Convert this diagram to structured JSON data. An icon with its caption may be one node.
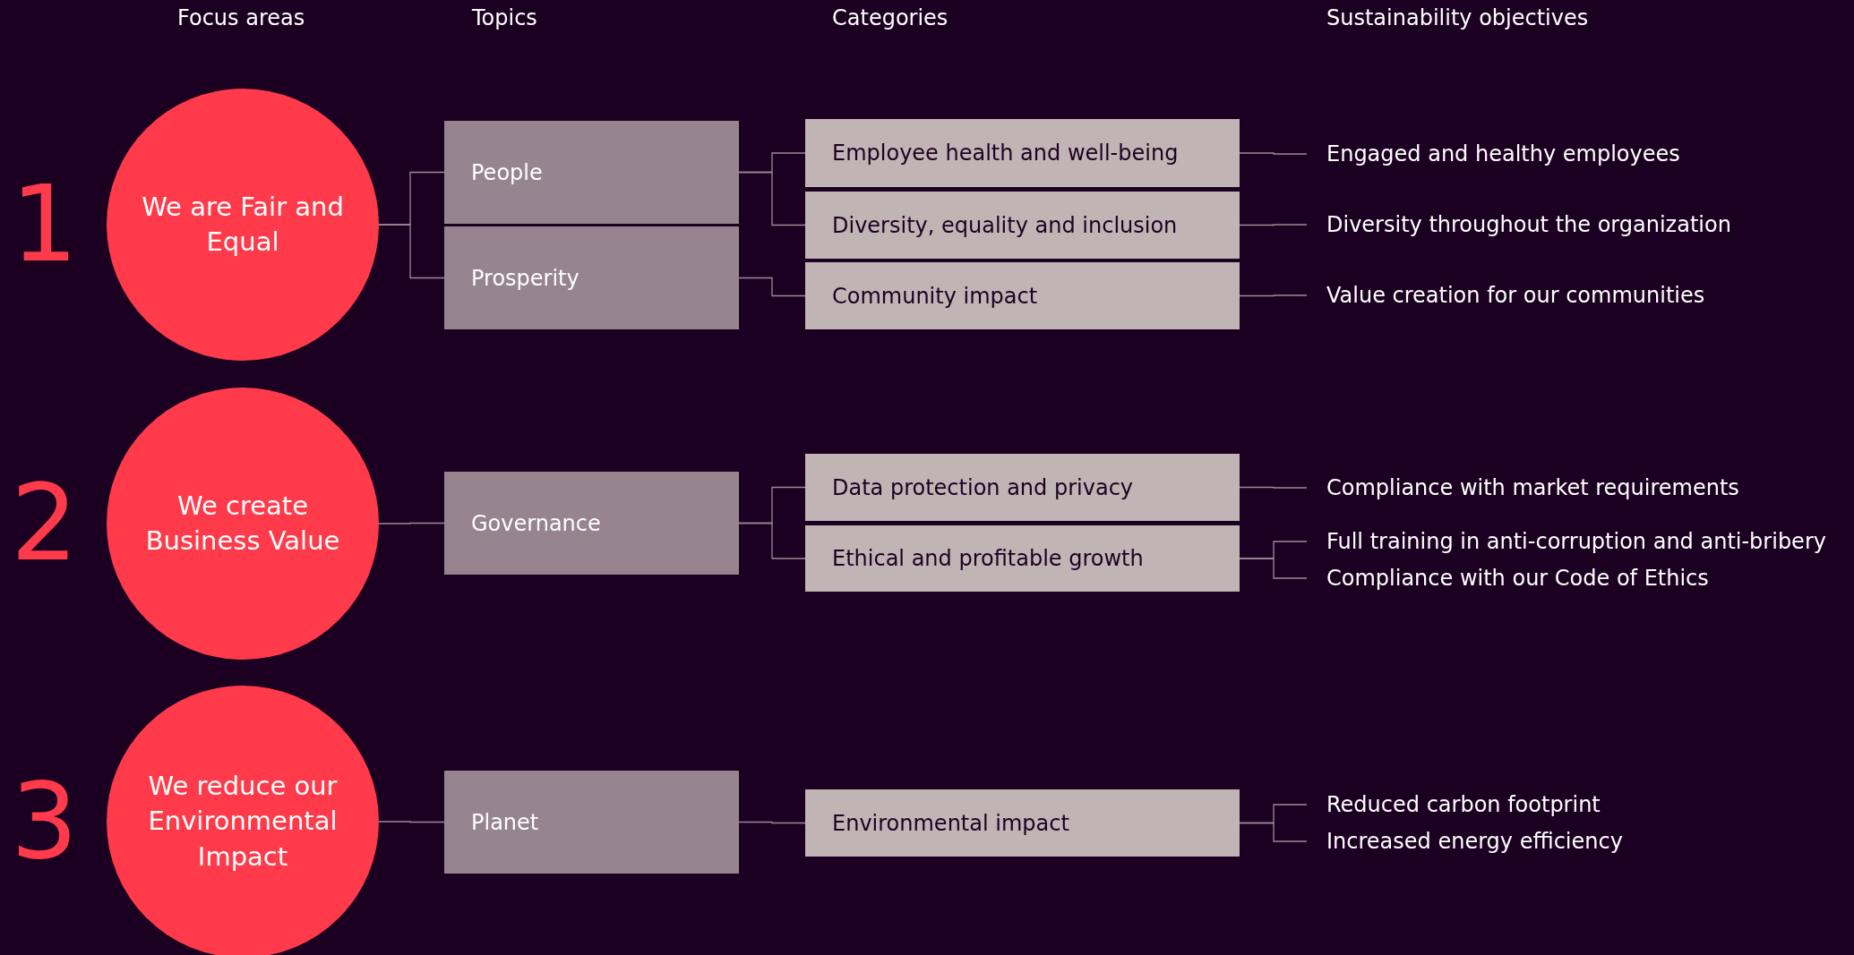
{
  "diagram": {
    "nodes": [
      {
        "text": [
          "We are Fair and Equal"
        ],
        "beside": [
          "1"
        ]
      },
      {
        "text": [
          "People"
        ]
      },
      {
        "text": [
          "Prosperity"
        ]
      },
      {
        "text": [
          "Employee health and well-being"
        ]
      },
      {
        "text": [
          "Diversity, equality and inclusion"
        ]
      },
      {
        "text": [
          "Community impact"
        ]
      },
      {
        "text": [
          "Engaged and healthy employees"
        ]
      },
      {
        "text": [
          "Diversity throughout the organization"
        ]
      },
      {
        "text": [
          "Value creation for our communities"
        ]
      },
      {
        "text": [
          "We create Business Value"
        ],
        "beside": [
          "2"
        ]
      },
      {
        "text": [
          "Governance"
        ]
      },
      {
        "text": [
          "Data protection and privacy"
        ]
      },
      {
        "text": [
          "Ethical and profitable growth"
        ]
      },
      {
        "text": [
          "Compliance with market requirements"
        ]
      },
      {
        "text": [
          "Full training in anti-corruption and anti-bribery"
        ]
      },
      {
        "text": [
          "Compliance with our Code of Ethics"
        ]
      },
      {
        "text": [
          "We reduce our Environmental Impact"
        ],
        "beside": [
          "3"
        ]
      },
      {
        "text": [
          "Planet"
        ]
      },
      {
        "text": [
          "Environmental impact"
        ]
      },
      {
        "text": [
          "Reduced carbon footprint"
        ]
      },
      {
        "text": [
          "Increased energy efficiency"
        ]
      }
    ],
    "edges": [
      {
        "from": 0,
        "to": 1,
        "arrow": "none"
      },
      {
        "from": 0,
        "to": 2,
        "arrow": "none"
      },
      {
        "from": 1,
        "to": 3,
        "arrow": "none"
      },
      {
        "from": 1,
        "to": 4,
        "arrow": "none"
      },
      {
        "from": 2,
        "to": 5,
        "arrow": "none"
      },
      {
        "from": 3,
        "to": 6,
        "arrow": "none"
      },
      {
        "from": 4,
        "to": 7,
        "arrow": "none"
      },
      {
        "from": 5,
        "to": 8,
        "arrow": "none"
      },
      {
        "from": 9,
        "to": 10,
        "arrow": "none"
      },
      {
        "from": 10,
        "to": 11,
        "arrow": "none"
      },
      {
        "from": 10,
        "to": 12,
        "arrow": "none"
      },
      {
        "from": 11,
        "to": 13,
        "arrow": "none"
      },
      {
        "from": 12,
        "to": 14,
        "arrow": "none"
      },
      {
        "from": 12,
        "to": 15,
        "arrow": "none"
      },
      {
        "from": 16,
        "to": 17,
        "arrow": "none"
      },
      {
        "from": 17,
        "to": 18,
        "arrow": "none"
      },
      {
        "from": 18,
        "to": 19,
        "arrow": "none"
      },
      {
        "from": 18,
        "to": 20,
        "arrow": "none"
      }
    ],
    "labels": [
      "Focus areas",
      "Topics",
      "Categories",
      "Sustainability objectives"
    ]
  }
}
